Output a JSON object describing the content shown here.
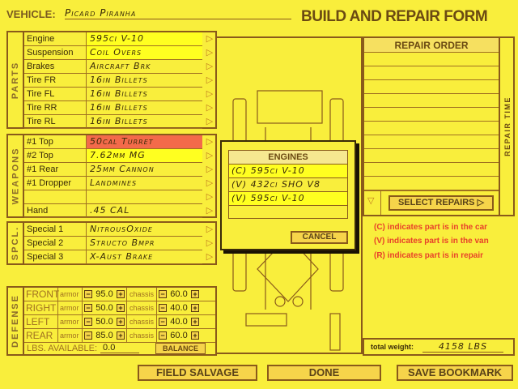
{
  "header": {
    "vehicle_label": "VEHICLE:",
    "vehicle_name": "Picard Piranha",
    "title": "BUILD AND REPAIR FORM"
  },
  "parts": {
    "section": "PARTS",
    "rows": [
      {
        "label": "Engine",
        "value": "595ci V-10",
        "highlight": "yellow"
      },
      {
        "label": "Suspension",
        "value": "Coil Overs",
        "highlight": "yellow"
      },
      {
        "label": "Brakes",
        "value": "Aircraft Brk"
      },
      {
        "label": "Tire FR",
        "value": "16in Billets"
      },
      {
        "label": "Tire FL",
        "value": "16in Billets"
      },
      {
        "label": "Tire RR",
        "value": "16in Billets"
      },
      {
        "label": "Tire RL",
        "value": "16in Billets"
      }
    ]
  },
  "weapons": {
    "section": "WEAPONS",
    "rows": [
      {
        "label": "#1 Top",
        "value": "50cal Turret",
        "highlight": "red"
      },
      {
        "label": "#2 Top",
        "value": "7.62mm MG",
        "highlight": "yellow"
      },
      {
        "label": "#1 Rear",
        "value": "25mm Cannon"
      },
      {
        "label": "#1 Dropper",
        "value": "Landmines"
      },
      {
        "label": "",
        "value": ""
      },
      {
        "label": "Hand",
        "value": ".45 CAL"
      }
    ]
  },
  "special": {
    "section": "SPCL.",
    "rows": [
      {
        "label": "Special 1",
        "value": "NitrousOxide"
      },
      {
        "label": "Special 2",
        "value": "Structo Bmpr"
      },
      {
        "label": "Special 3",
        "value": "X-Aust Brake"
      }
    ]
  },
  "defense": {
    "section": "DEFENSE",
    "armor_label": "armor",
    "chassis_label": "chassis",
    "rows": [
      {
        "side": "FRONT",
        "armor": "95.0",
        "chassis": "60.0"
      },
      {
        "side": "RIGHT",
        "armor": "50.0",
        "chassis": "40.0"
      },
      {
        "side": "LEFT",
        "armor": "50.0",
        "chassis": "40.0"
      },
      {
        "side": "REAR",
        "armor": "85.0",
        "chassis": "60.0"
      }
    ],
    "lbs_label": "LBS. AVAILABLE:",
    "lbs_value": "0.0",
    "balance": "BALANCE"
  },
  "popup": {
    "title": "ENGINES",
    "items": [
      "(C) 595ci V-10",
      "(V) 432ci SHO V8",
      "(V) 595ci V-10"
    ],
    "cancel": "CANCEL"
  },
  "repair": {
    "title": "REPAIR ORDER",
    "side_label": "REPAIR TIME",
    "select": "SELECT REPAIRS"
  },
  "legend": [
    "(C) indicates part is in the car",
    "(V) indicates part is in the van",
    "(R) indicates part is in repair"
  ],
  "weight": {
    "label": "total weight:",
    "value": "4158 LBS"
  },
  "buttons": {
    "field_salvage": "FIELD SALVAGE",
    "done": "DONE",
    "save_bookmark": "SAVE BOOKMARK"
  }
}
